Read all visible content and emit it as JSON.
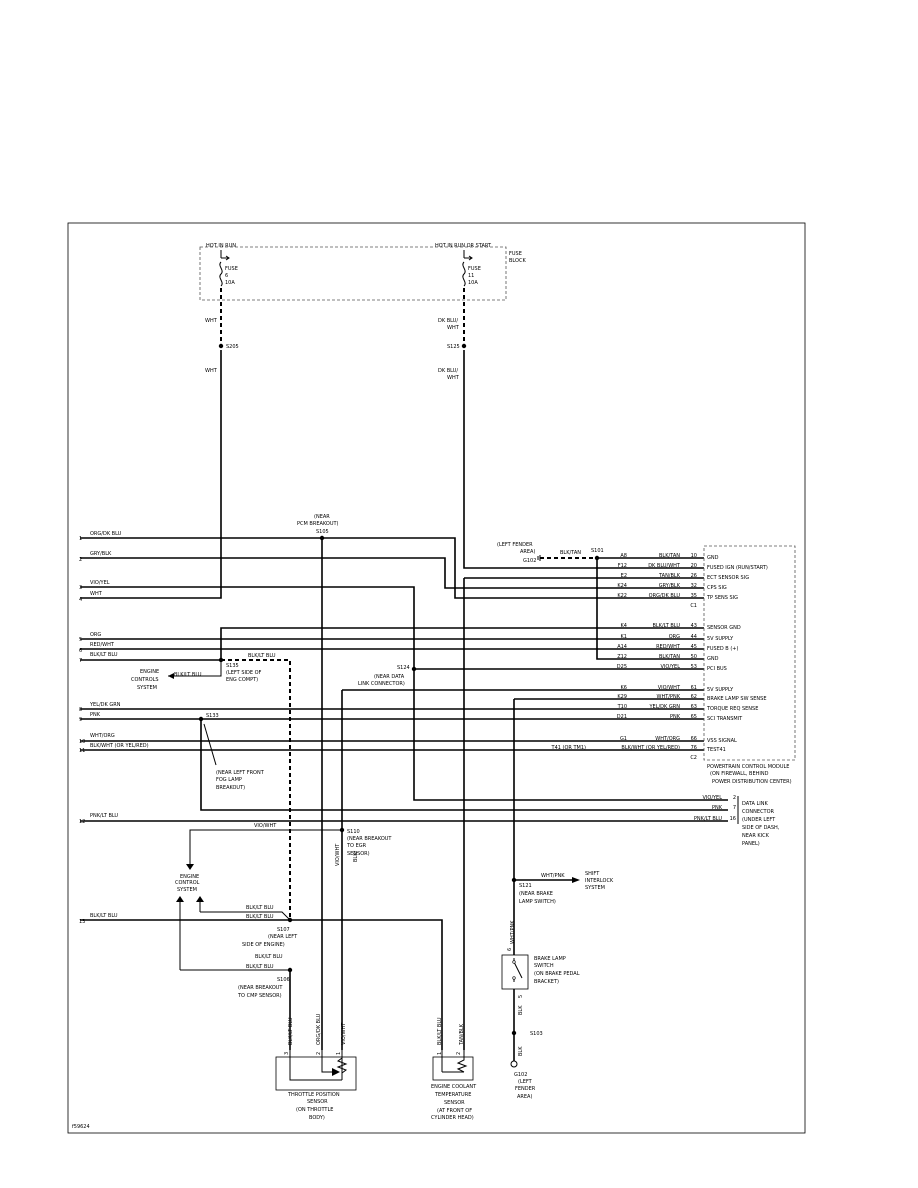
{
  "fuses": {
    "hot_in_run": "HOT IN RUN",
    "hot_in_run_or_start": "HOT IN RUN OR START",
    "fuse_block": [
      "FUSE",
      "BLOCK"
    ],
    "fuse6": [
      "FUSE",
      "6",
      "10A"
    ],
    "fuse11": [
      "FUSE",
      "11",
      "10A"
    ]
  },
  "feeds": {
    "wht_top": "WHT",
    "s205": "S205",
    "wht_bottom": "WHT",
    "dkbluwht_top": [
      "DK BLU/",
      "WHT"
    ],
    "s125": "S125",
    "dkbluwht_bottom": [
      "DK BLU/",
      "WHT"
    ]
  },
  "left_circuits": [
    {
      "num": "1",
      "label": "ORG/DK BLU"
    },
    {
      "num": "2",
      "label": "GRY/BLK"
    },
    {
      "num": "3",
      "label": "VIO/YEL"
    },
    {
      "num": "4",
      "label": "WHT"
    },
    {
      "num": "5",
      "label": "ORG"
    },
    {
      "num": "6",
      "label": "RED/WHT"
    },
    {
      "num": "7",
      "label": "BLK/LT BLU"
    },
    {
      "num": "8",
      "label": "YEL/DK GRN"
    },
    {
      "num": "9",
      "label": "PNK"
    },
    {
      "num": "10",
      "label": "WHT/ORG"
    },
    {
      "num": "11",
      "label": "BLK/WHT (OR YEL/RED)"
    },
    {
      "num": "12",
      "label": "PNK/LT BLU"
    },
    {
      "num": "13",
      "label": "BLK/LT BLU"
    }
  ],
  "splices": {
    "s105_note": [
      "(NEAR",
      "PCM BREAKOUT)"
    ],
    "s105": "S105",
    "left_fender_note": [
      "(LEFT FENDER",
      "AREA)"
    ],
    "g102_label": "G102",
    "blktan_label": "BLK/TAN",
    "s101": "S101",
    "s135": "S135",
    "s135_note": [
      "(LEFT SIDE OF",
      "ENG COMPT)"
    ],
    "blkltblu_after_s135": "BLK/LT BLU",
    "engine_control_1": [
      "ENGINE",
      "CONTROLS",
      "SYSTEM"
    ],
    "blkltblu_to_ecs": "BLK/LT BLU",
    "s124": "S124",
    "s124_note": [
      "(NEAR DATA",
      "LINK CONNECTOR)"
    ],
    "s133": "S133",
    "s133_note": [
      "(NEAR LEFT FRONT",
      "FOG LAMP",
      "BREAKOUT)"
    ],
    "s110_lines": [
      "S110",
      "(NEAR BREAKOUT",
      "TO EGR",
      "SENSOR)"
    ],
    "viowht_to_ecs": "VIO/WHT",
    "vertical_viowht": "VIO/WHT",
    "vertical_blk": "BLK/",
    "engine_control_2": [
      "ENGINE",
      "CONTROL",
      "SYSTEM"
    ],
    "blk_ltblu_top": "BLK/LT BLU",
    "blk_ltblu_2": "BLK/LT BLU",
    "s107_lines": [
      "S107",
      "(NEAR LEFT",
      "SIDE OF ENGINE)"
    ],
    "blk_ltblu_3": "BLK/LT BLU",
    "blk_ltblu_4": "BLK/LT BLU",
    "s106_lines": [
      "S106",
      "(NEAR BREAKOUT",
      "TO CMP SENSOR)"
    ]
  },
  "pcm": {
    "rows": [
      {
        "pin": "A8",
        "color": "BLK/TAN",
        "num": "10",
        "func": "GND"
      },
      {
        "pin": "F12",
        "color": "DK BLU/WHT",
        "num": "20",
        "func": "FUSED IGN (RUN/START)"
      },
      {
        "pin": "E2",
        "color": "TAN/BLK",
        "num": "26",
        "func": "ECT SENSOR SIG"
      },
      {
        "pin": "K24",
        "color": "GRY/BLK",
        "num": "32",
        "func": "CPS SIG"
      },
      {
        "pin": "K22",
        "color": "ORG/DK BLU",
        "num": "35",
        "func": "TP SENS SIG"
      },
      {
        "pin": "",
        "color": "",
        "num": "C1",
        "func": ""
      },
      {
        "pin": "K4",
        "color": "BLK/LT BLU",
        "num": "43",
        "func": "SENSOR GND"
      },
      {
        "pin": "K1",
        "color": "ORG",
        "num": "44",
        "func": "5V SUPPLY"
      },
      {
        "pin": "A14",
        "color": "RED/WHT",
        "num": "45",
        "func": "FUSED B (+)"
      },
      {
        "pin": "Z12",
        "color": "BLK/TAN",
        "num": "50",
        "func": "GND"
      },
      {
        "pin": "D25",
        "color": "VIO/YEL",
        "num": "53",
        "func": "PCI BUS"
      },
      {
        "pin": "K6",
        "color": "VIO/WHT",
        "num": "61",
        "func": "5V SUPPLY"
      },
      {
        "pin": "K29",
        "color": "WHT/PNK",
        "num": "62",
        "func": "BRAKE LAMP SW SENSE"
      },
      {
        "pin": "T10",
        "color": "YEL/DK GRN",
        "num": "63",
        "func": "TORQUE REQ SENSE"
      },
      {
        "pin": "D21",
        "color": "PNK",
        "num": "65",
        "func": "SCI TRANSMIT"
      },
      {
        "pin": "G1",
        "color": "WHT/ORG",
        "num": "66",
        "func": "VSS SIGNAL"
      },
      {
        "pin": "T41 (OR TM1)",
        "color": "BLK/WHT (OR YEL/RED)",
        "num": "76",
        "func": "TEST41"
      },
      {
        "pin": "",
        "color": "",
        "num": "C2",
        "func": ""
      }
    ],
    "title": [
      "POWERTRAIN CONTROL MODULE",
      "(ON FIREWALL, BEHIND",
      "POWER DISTRIBUTION CENTER)"
    ]
  },
  "dlc": {
    "rows": [
      {
        "color": "VIO/YEL",
        "num": "2"
      },
      {
        "color": "PNK",
        "num": "7"
      },
      {
        "color": "PNK/LT BLU",
        "num": "16"
      }
    ],
    "title": [
      "DATA LINK",
      "CONNECTOR",
      "(UNDER LEFT",
      "SIDE OF DASH,",
      "NEAR KICK",
      "PANEL)"
    ]
  },
  "brake": {
    "whtpnk": "WHT/PNK",
    "shift_interlock": [
      "SHIFT",
      "INTERLOCK",
      "SYSTEM"
    ],
    "s121_lines": [
      "S121",
      "(NEAR BRAKE",
      "LAMP SWITCH)"
    ],
    "vertical_whtpnk": "WHT/PNK",
    "pin_top": "6",
    "pin_bottom": "5",
    "switch_title": [
      "BRAKE LAMP",
      "SWITCH",
      "(ON BRAKE PEDAL",
      "BRACKET)"
    ],
    "blk_label": "BLK",
    "s103": "S103",
    "blk_label2": "BLK",
    "g102_lines": [
      "G102",
      "(LEFT",
      "FENDER",
      "AREA)"
    ]
  },
  "tps": {
    "wire_labels": [
      "BLK/LT BLU",
      "ORG/DK BLU",
      "VIO/WHT"
    ],
    "pins": [
      "3",
      "2",
      "1"
    ],
    "title": [
      "THROTTLE POSITION",
      "SENSOR",
      "(ON THROTTLE",
      "BODY)"
    ]
  },
  "ect": {
    "wire_labels": [
      "BLK/LT BLU",
      "TAN/BLK"
    ],
    "pins": [
      "1",
      "2"
    ],
    "title": [
      "ENGINE COOLANT",
      "TEMPERATURE",
      "SENSOR",
      "(AT FRONT OF",
      "CYLINDER HEAD)"
    ]
  },
  "figure_id": "f59624"
}
